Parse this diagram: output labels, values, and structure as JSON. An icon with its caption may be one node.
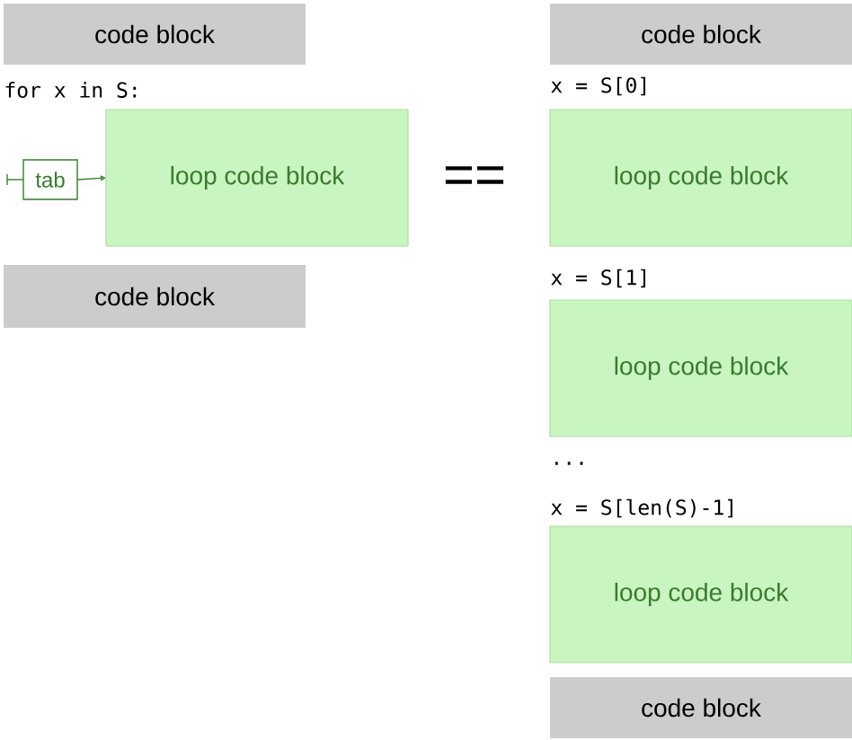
{
  "diagram": {
    "nodes": [
      {
        "text": [
          "code block"
        ]
      },
      {
        "text": [
          "tab"
        ]
      },
      {
        "text": [
          "loop code block"
        ]
      },
      {
        "text": [
          "code block"
        ]
      },
      {
        "text": [
          "code block"
        ]
      },
      {
        "text": [
          "loop code block"
        ]
      },
      {
        "text": [
          "loop code block"
        ]
      },
      {
        "text": [
          "loop code block"
        ]
      },
      {
        "text": [
          "code block"
        ]
      }
    ],
    "edges": [
      {
        "from": null,
        "to": 1,
        "arrow": "none"
      },
      {
        "from": 1,
        "to": 2,
        "arrow": "to"
      }
    ],
    "labels": [
      "for x in S:",
      "==",
      "x = S[0]",
      "x = S[1]",
      "...",
      "x = S[len(S)-1]"
    ]
  }
}
